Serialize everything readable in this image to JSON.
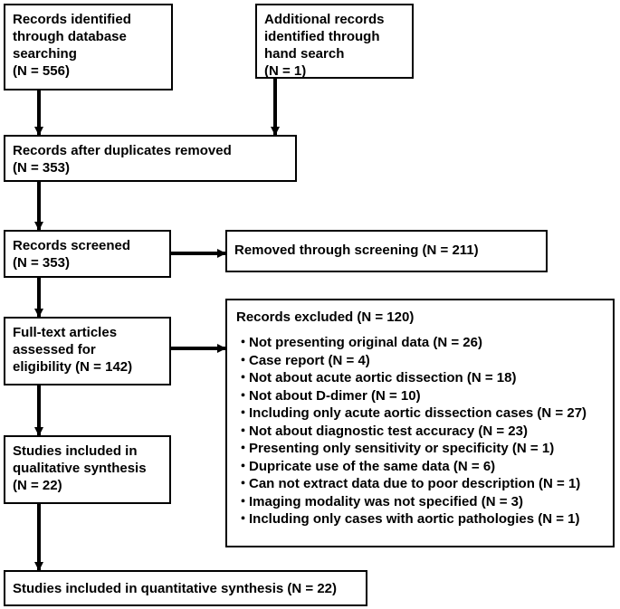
{
  "boxes": {
    "database": "Records identified\nthrough database\nsearching\n(N = 556)",
    "hand_search": "Additional records\nidentified through\nhand search\n(N = 1)",
    "duplicates_removed": "Records after duplicates removed\n(N = 353)",
    "screened": "Records screened\n(N = 353)",
    "removed_screening": "Removed through screening (N = 211)",
    "full_text": "Full-text articles\nassessed for\neligibility (N = 142)",
    "qualitative": "Studies included in\nqualitative synthesis\n(N = 22)",
    "quantitative": "Studies included in quantitative synthesis (N = 22)"
  },
  "excluded": {
    "title": "Records excluded (N = 120)",
    "bullet": "・",
    "items": [
      "Not presenting original data (N = 26)",
      "Case report (N = 4)",
      "Not about acute aortic dissection (N = 18)",
      "Not about D-dimer (N = 10)",
      "Including only acute aortic dissection cases (N = 27)",
      "Not about diagnostic test accuracy (N = 23)",
      "Presenting only sensitivity or specificity (N = 1)",
      "Dupricate use of the same data (N = 6)",
      "Can not extract data due to poor description (N = 1)",
      "Imaging modality was not specified (N = 3)",
      "Including only cases with aortic pathologies (N = 1)"
    ]
  }
}
